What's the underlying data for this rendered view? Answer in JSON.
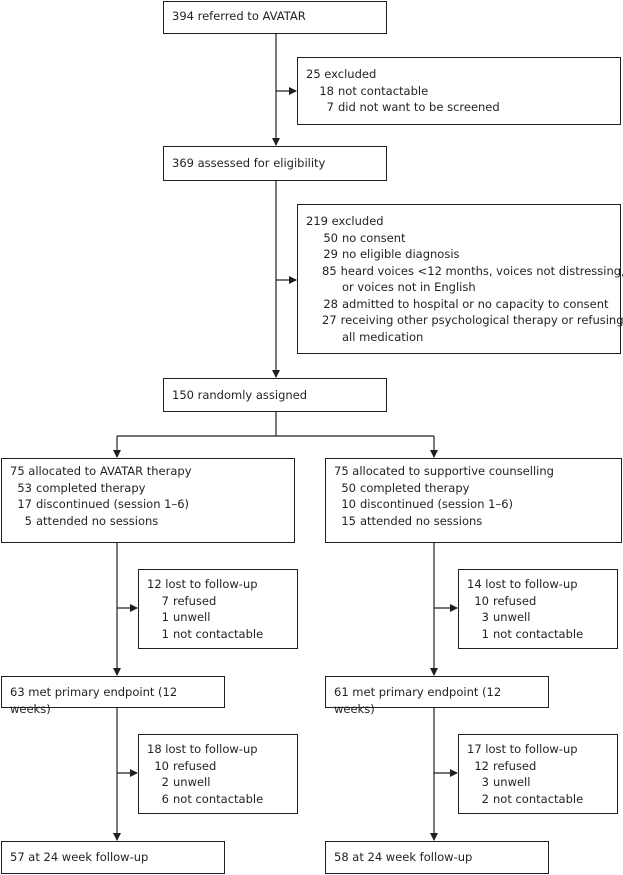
{
  "referred": "394 referred to AVATAR",
  "excluded1": {
    "title": "25 excluded",
    "items": [
      {
        "n": "18",
        "text": "not contactable"
      },
      {
        "n": "7",
        "text": "did not want to be screened"
      }
    ]
  },
  "assessed": "369 assessed for eligibility",
  "excluded2": {
    "title": "219 excluded",
    "items": [
      {
        "n": "50",
        "text": "no consent"
      },
      {
        "n": "29",
        "text": "no eligible diagnosis"
      },
      {
        "n": "85",
        "text": "heard voices <12 months, voices not distressing,",
        "cont": "or voices not in English"
      },
      {
        "n": "28",
        "text": "admitted to hospital or no capacity to consent"
      },
      {
        "n": "27",
        "text": "receiving other psychological therapy or refusing",
        "cont": "all medication"
      }
    ]
  },
  "randomised": "150 randomly assigned",
  "arms": [
    {
      "allocated": "75 allocated to AVATAR therapy",
      "alloc_items": [
        {
          "n": "53",
          "text": "completed therapy"
        },
        {
          "n": "17",
          "text": "discontinued (session 1–6)"
        },
        {
          "n": "5",
          "text": "attended no sessions"
        }
      ],
      "lost12": {
        "title": "12 lost to follow-up",
        "items": [
          {
            "n": "7",
            "text": "refused"
          },
          {
            "n": "1",
            "text": "unwell"
          },
          {
            "n": "1",
            "text": "not contactable"
          }
        ]
      },
      "primary": "63 met primary endpoint (12 weeks)",
      "lost24": {
        "title": "18 lost to follow-up",
        "items": [
          {
            "n": "10",
            "text": "refused"
          },
          {
            "n": "2",
            "text": "unwell"
          },
          {
            "n": "6",
            "text": "not contactable"
          }
        ]
      },
      "final": "57 at 24 week follow-up"
    },
    {
      "allocated": "75 allocated to supportive counselling",
      "alloc_items": [
        {
          "n": "50",
          "text": "completed therapy"
        },
        {
          "n": "10",
          "text": "discontinued (session 1–6)"
        },
        {
          "n": "15",
          "text": "attended no sessions"
        }
      ],
      "lost12": {
        "title": "14 lost to follow-up",
        "items": [
          {
            "n": "10",
            "text": "refused"
          },
          {
            "n": "3",
            "text": "unwell"
          },
          {
            "n": "1",
            "text": "not contactable"
          }
        ]
      },
      "primary": "61 met primary endpoint (12 weeks)",
      "lost24": {
        "title": "17 lost to follow-up",
        "items": [
          {
            "n": "12",
            "text": "refused"
          },
          {
            "n": "3",
            "text": "unwell"
          },
          {
            "n": "2",
            "text": "not contactable"
          }
        ]
      },
      "final": "58 at 24 week follow-up"
    }
  ]
}
